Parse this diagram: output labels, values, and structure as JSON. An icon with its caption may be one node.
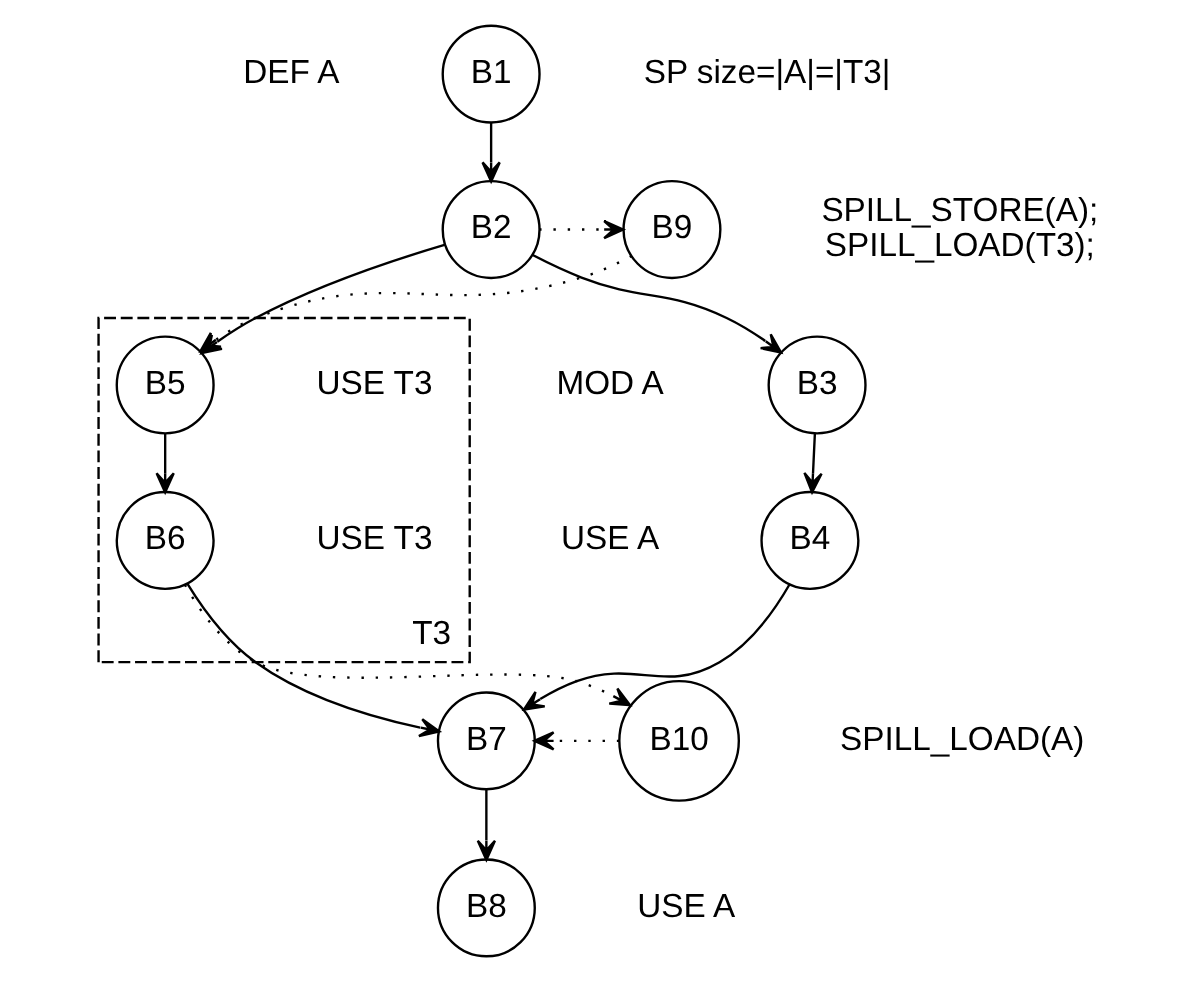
{
  "diagram": {
    "nodes": [
      {
        "text": [
          "B1"
        ],
        "beside": [
          "DEF A"
        ]
      },
      {
        "text": [
          "B2"
        ]
      },
      {
        "text": [
          "B9"
        ],
        "beside": [
          "SPILL_STORE(A);",
          "SPILL_LOAD(T3);"
        ]
      },
      {
        "text": [
          "B3"
        ],
        "beside": [
          "MOD A"
        ]
      },
      {
        "text": [
          "T3"
        ]
      },
      {
        "text": [
          "B5"
        ],
        "in": 4,
        "beside": [
          "USE T3"
        ]
      },
      {
        "text": [
          "B6"
        ],
        "in": 4,
        "beside": [
          "USE T3"
        ]
      },
      {
        "text": [
          "B4"
        ],
        "beside": [
          "USE A"
        ]
      },
      {
        "text": [
          "B7"
        ]
      },
      {
        "text": [
          "B10"
        ],
        "beside": [
          "SPILL_LOAD(A)"
        ]
      },
      {
        "text": [
          "B8"
        ],
        "beside": [
          "USE A"
        ]
      }
    ],
    "edges": [
      {
        "from": 0,
        "to": 1,
        "arrow": "to"
      },
      {
        "from": 1,
        "to": 2,
        "arrow": "to",
        "style": "dashed"
      },
      {
        "from": 1,
        "to": 3,
        "arrow": "to"
      },
      {
        "from": 1,
        "to": 5,
        "arrow": "to"
      },
      {
        "from": 2,
        "to": 5,
        "arrow": "to",
        "style": "dashed"
      },
      {
        "from": 3,
        "to": 7,
        "arrow": "to"
      },
      {
        "from": 5,
        "to": 6,
        "arrow": "to"
      },
      {
        "from": 7,
        "to": 8,
        "arrow": "to"
      },
      {
        "from": 6,
        "to": 8,
        "arrow": "to"
      },
      {
        "from": 6,
        "to": 9,
        "arrow": "to",
        "style": "dashed"
      },
      {
        "from": 9,
        "to": 8,
        "arrow": "to",
        "style": "dashed"
      },
      {
        "from": 8,
        "to": 10,
        "arrow": "to"
      }
    ],
    "labels": [
      "SP size=|A|=|T3|"
    ]
  }
}
